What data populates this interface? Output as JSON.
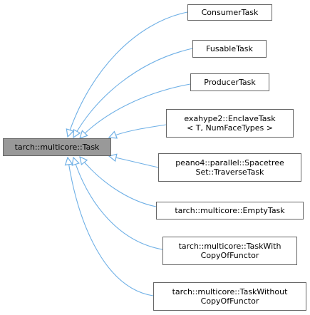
{
  "diagram": {
    "base": {
      "label": "tarch::multicore::Task"
    },
    "children": [
      {
        "lines": [
          "ConsumerTask"
        ]
      },
      {
        "lines": [
          "FusableTask"
        ]
      },
      {
        "lines": [
          "ProducerTask"
        ]
      },
      {
        "lines": [
          "exahype2::EnclaveTask",
          "< T, NumFaceTypes >"
        ]
      },
      {
        "lines": [
          "peano4::parallel::Spacetree",
          "Set::TraverseTask"
        ]
      },
      {
        "lines": [
          "tarch::multicore::EmptyTask"
        ]
      },
      {
        "lines": [
          "tarch::multicore::TaskWith",
          "CopyOfFunctor"
        ]
      },
      {
        "lines": [
          "tarch::multicore::TaskWithout",
          "CopyOfFunctor"
        ]
      }
    ],
    "colors": {
      "edge": "#6fb0e6",
      "base_fill": "#999999",
      "node_border": "#666666"
    }
  }
}
